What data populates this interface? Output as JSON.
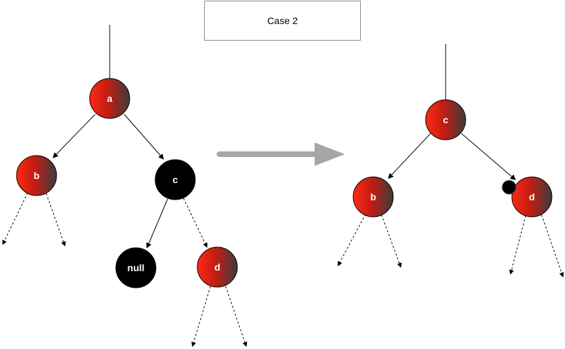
{
  "title": "Case 2",
  "colors": {
    "red_node_light": "#e8271a",
    "red_node_dark": "#3a3a3a",
    "black_node": "#000000",
    "transform_arrow": "#a6a6a6"
  },
  "left_tree": {
    "nodes": [
      {
        "id": "a",
        "label": "a",
        "color": "red"
      },
      {
        "id": "b",
        "label": "b",
        "color": "red"
      },
      {
        "id": "c",
        "label": "c",
        "color": "black"
      },
      {
        "id": "null",
        "label": "null",
        "color": "black"
      },
      {
        "id": "d",
        "label": "d",
        "color": "red"
      }
    ]
  },
  "right_tree": {
    "nodes": [
      {
        "id": "c",
        "label": "c",
        "color": "red"
      },
      {
        "id": "b",
        "label": "b",
        "color": "red"
      },
      {
        "id": "d",
        "label": "d",
        "color": "red",
        "extra_black": true
      }
    ]
  }
}
